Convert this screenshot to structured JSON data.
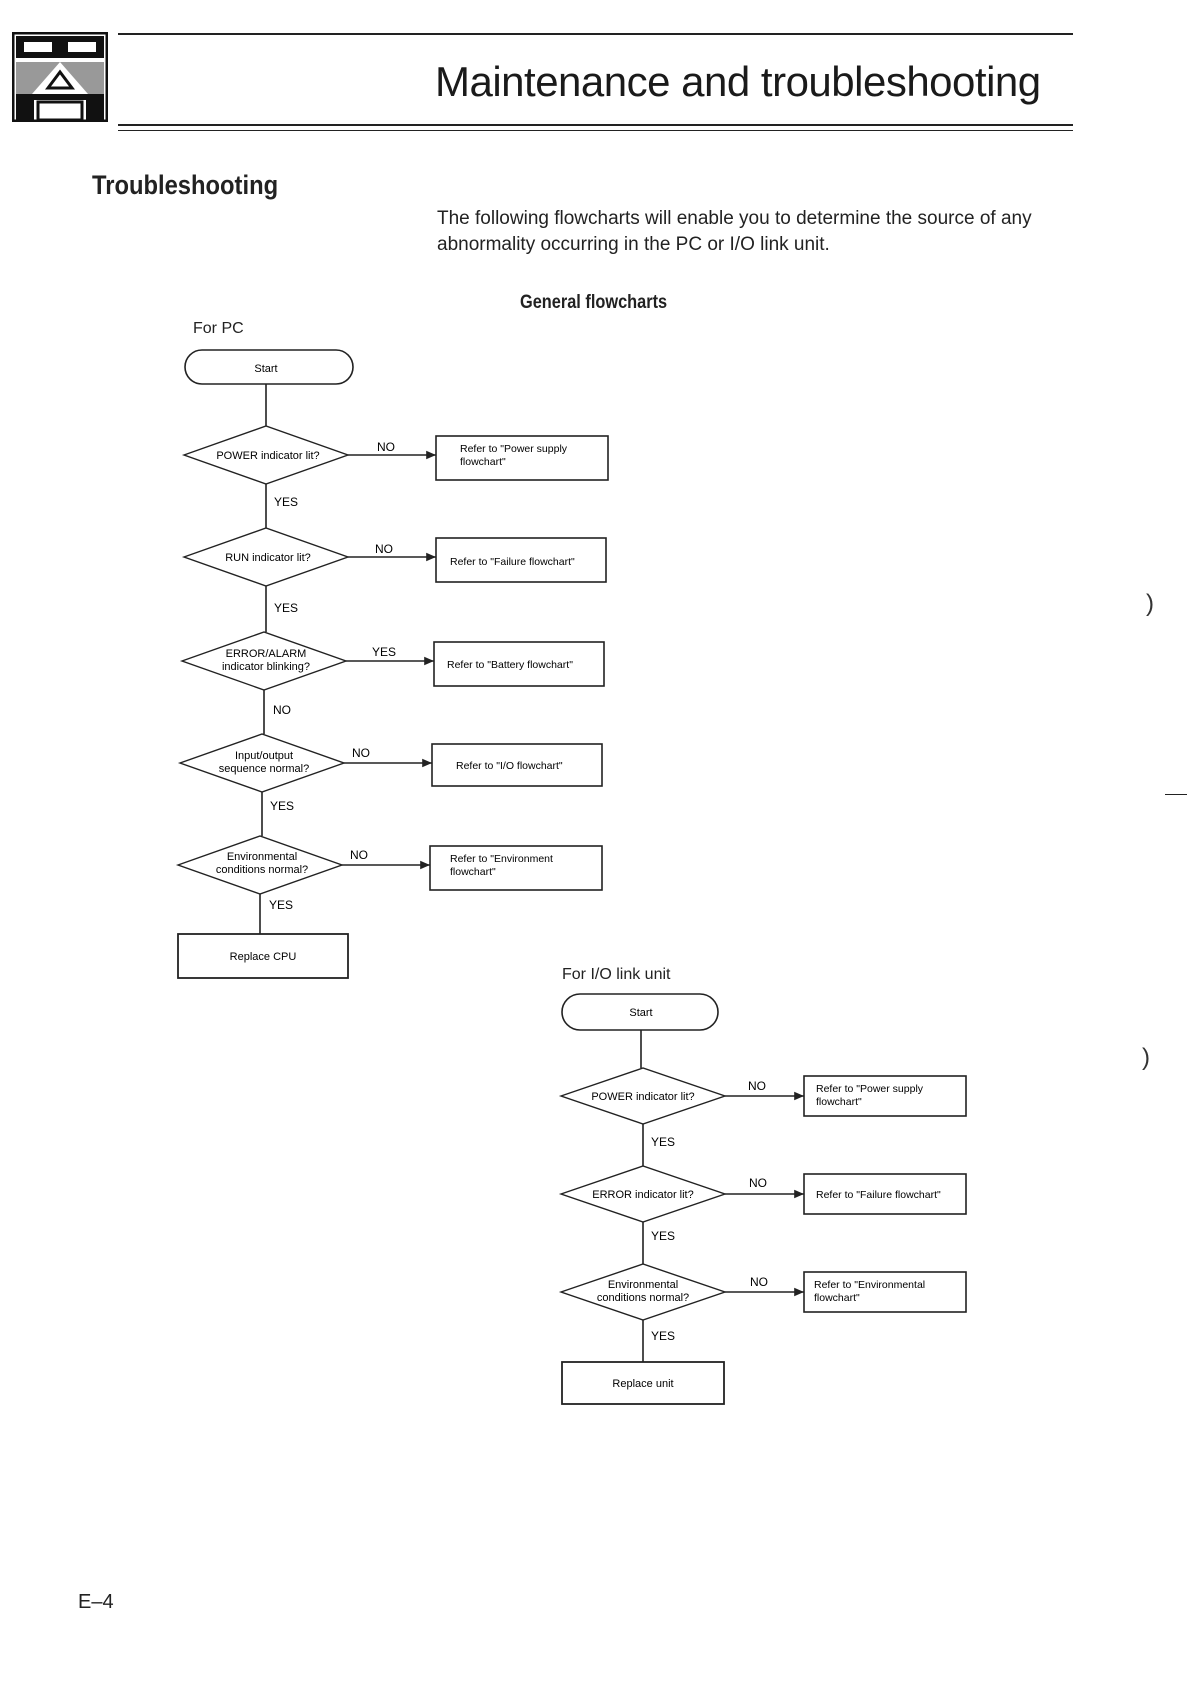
{
  "header": {
    "chapter_title": "Maintenance and troubleshooting"
  },
  "section": {
    "title": "Troubleshooting",
    "intro": "The following flowcharts will enable you to determine the source of any abnormality occurring in the PC or I/O link unit.",
    "subheading": "General flowcharts"
  },
  "pc_flowchart": {
    "caption": "For PC",
    "start": "Start",
    "decisions": [
      {
        "line1": "POWER indicator lit?",
        "line2": "",
        "branch_label": "NO",
        "continue_label": "YES",
        "action_line1": "Refer to \"Power supply",
        "action_line2": "flowchart\""
      },
      {
        "line1": "RUN indicator lit?",
        "line2": "",
        "branch_label": "NO",
        "continue_label": "YES",
        "action_line1": "Refer to \"Failure flowchart\"",
        "action_line2": ""
      },
      {
        "line1": "ERROR/ALARM",
        "line2": "indicator blinking?",
        "branch_label": "YES",
        "continue_label": "NO",
        "action_line1": "Refer to \"Battery flowchart\"",
        "action_line2": ""
      },
      {
        "line1": "Input/output",
        "line2": "sequence normal?",
        "branch_label": "NO",
        "continue_label": "YES",
        "action_line1": "Refer to \"I/O flowchart\"",
        "action_line2": ""
      },
      {
        "line1": "Environmental",
        "line2": "conditions normal?",
        "branch_label": "NO",
        "continue_label": "YES",
        "action_line1": "Refer to \"Environment",
        "action_line2": "flowchart\""
      }
    ],
    "end": "Replace CPU"
  },
  "io_flowchart": {
    "caption": "For I/O link unit",
    "start": "Start",
    "decisions": [
      {
        "line1": "POWER indicator lit?",
        "line2": "",
        "branch_label": "NO",
        "continue_label": "YES",
        "action_line1": "Refer to \"Power supply",
        "action_line2": "flowchart\""
      },
      {
        "line1": "ERROR indicator lit?",
        "line2": "",
        "branch_label": "NO",
        "continue_label": "YES",
        "action_line1": "Refer to \"Failure flowchart\"",
        "action_line2": ""
      },
      {
        "line1": "Environmental",
        "line2": "conditions normal?",
        "branch_label": "NO",
        "continue_label": "YES",
        "action_line1": "Refer to \"Environmental",
        "action_line2": "flowchart\""
      }
    ],
    "end": "Replace unit"
  },
  "footer": {
    "page_number": "E–4"
  }
}
